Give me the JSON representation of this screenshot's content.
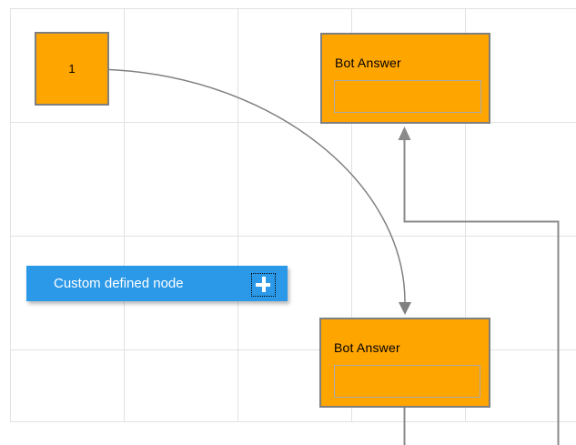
{
  "diagram": {
    "nodes": {
      "start": {
        "label": "1"
      },
      "bot_answer_top": {
        "title": "Bot Answer",
        "input_value": ""
      },
      "bot_answer_bottom": {
        "title": "Bot Answer",
        "input_value": ""
      },
      "custom": {
        "label": "Custom defined node",
        "add_icon": "plus-icon"
      }
    },
    "colors": {
      "node_fill": "#FFA500",
      "node_border": "#7F7F7F",
      "custom_node_fill": "#2C99E8",
      "custom_node_text": "#FFFFFF",
      "connector": "#808080",
      "grid_line": "#E2E2E2",
      "label_text": "#000000"
    }
  }
}
